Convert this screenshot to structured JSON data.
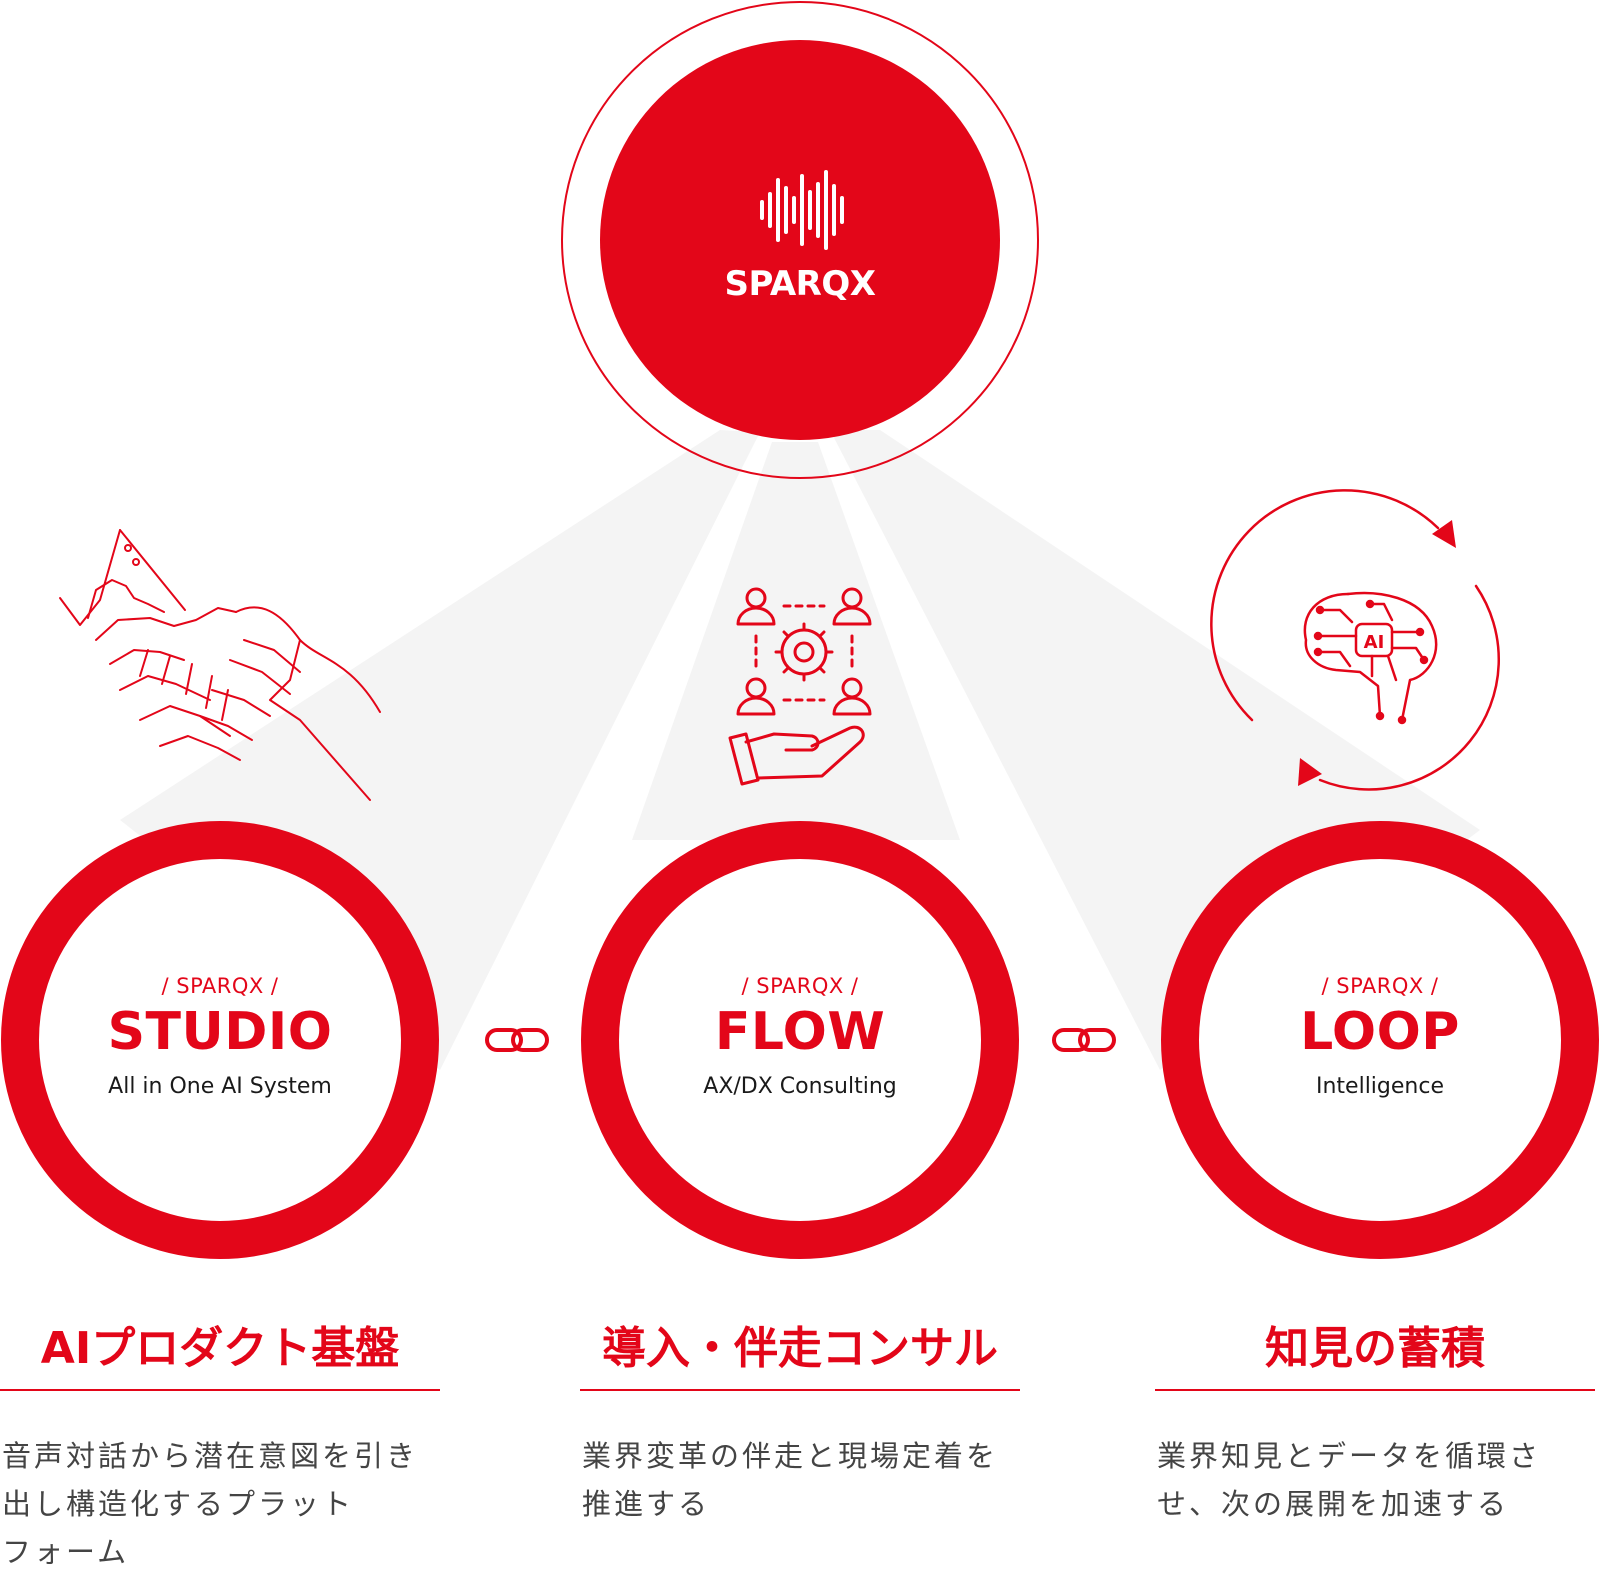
{
  "brand": {
    "name": "SPARQX",
    "accent_color": "#e30619",
    "icon": "sound-wave-icon"
  },
  "pillars": [
    {
      "kicker": "/ SPARQX /",
      "name": "STUDIO",
      "subtitle": "All in One AI System",
      "heading": "AIプロダクト基盤",
      "description": "音声対話から潜在意図を引き\n出し構造化するプラット\nフォーム",
      "icon": "robot-human-handshake-icon"
    },
    {
      "kicker": "/ SPARQX /",
      "name": "FLOW",
      "subtitle": "AX/DX Consulting",
      "heading": "導入・伴走コンサル",
      "description": "業界変革の伴走と現場定着を\n推進する",
      "icon": "team-gear-hand-icon"
    },
    {
      "kicker": "/ SPARQX /",
      "name": "LOOP",
      "subtitle": "Intelligence",
      "heading": "知見の蓄積",
      "description": "業界知見とデータを循環さ\nせ、次の展開を加速する",
      "icon": "ai-brain-cycle-icon"
    }
  ],
  "connectors": [
    "link-icon",
    "link-icon"
  ]
}
